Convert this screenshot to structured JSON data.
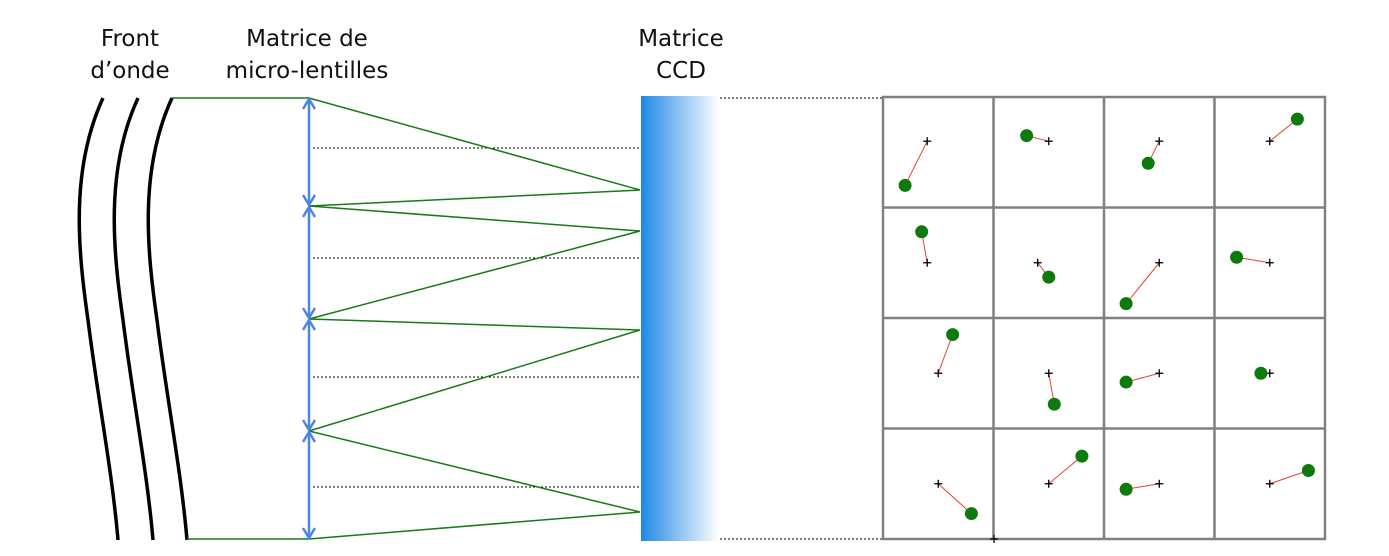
{
  "labels": {
    "wavefront_line1": "Front",
    "wavefront_line2": "d’onde",
    "lenslet_line1": "Matrice de",
    "lenslet_line2": "micro-lentilles",
    "ccd_line1": "Matrice",
    "ccd_line2": "CCD"
  },
  "colors": {
    "lens_arrow": "#4a86e8",
    "rays": "#1a7a1a",
    "spot": "#0d7a0d",
    "displacement": "#e8412c",
    "grid": "#808080",
    "ccd_gradient_start": "#1e88e5",
    "ccd_gradient_end": "#ffffff"
  },
  "grid": {
    "rows": 4,
    "cols": 4,
    "spots": [
      [
        {
          "ref": [
            0.4,
            0.4
          ],
          "spot": [
            0.2,
            0.8
          ]
        },
        {
          "ref": [
            0.5,
            0.4
          ],
          "spot": [
            0.3,
            0.35
          ]
        },
        {
          "ref": [
            0.5,
            0.4
          ],
          "spot": [
            0.4,
            0.6
          ]
        },
        {
          "ref": [
            0.5,
            0.4
          ],
          "spot": [
            0.75,
            0.2
          ]
        }
      ],
      [
        {
          "ref": [
            0.4,
            0.5
          ],
          "spot": [
            0.35,
            0.22
          ]
        },
        {
          "ref": [
            0.4,
            0.5
          ],
          "spot": [
            0.5,
            0.63
          ]
        },
        {
          "ref": [
            0.5,
            0.5
          ],
          "spot": [
            0.2,
            0.87
          ]
        },
        {
          "ref": [
            0.5,
            0.5
          ],
          "spot": [
            0.2,
            0.45
          ]
        }
      ],
      [
        {
          "ref": [
            0.5,
            0.5
          ],
          "spot": [
            0.63,
            0.15
          ]
        },
        {
          "ref": [
            0.5,
            0.5
          ],
          "spot": [
            0.55,
            0.78
          ]
        },
        {
          "ref": [
            0.5,
            0.5
          ],
          "spot": [
            0.2,
            0.58
          ]
        },
        {
          "ref": [
            0.5,
            0.5
          ],
          "spot": [
            0.42,
            0.5
          ]
        }
      ],
      [
        {
          "ref": [
            0.5,
            0.5
          ],
          "spot": [
            0.8,
            0.77
          ]
        },
        {
          "ref": [
            0.5,
            0.5
          ],
          "spot": [
            0.8,
            0.25
          ]
        },
        {
          "ref": [
            0.5,
            0.5
          ],
          "spot": [
            0.2,
            0.55
          ]
        },
        {
          "ref": [
            0.5,
            0.5
          ],
          "spot": [
            0.85,
            0.38
          ]
        }
      ]
    ]
  }
}
